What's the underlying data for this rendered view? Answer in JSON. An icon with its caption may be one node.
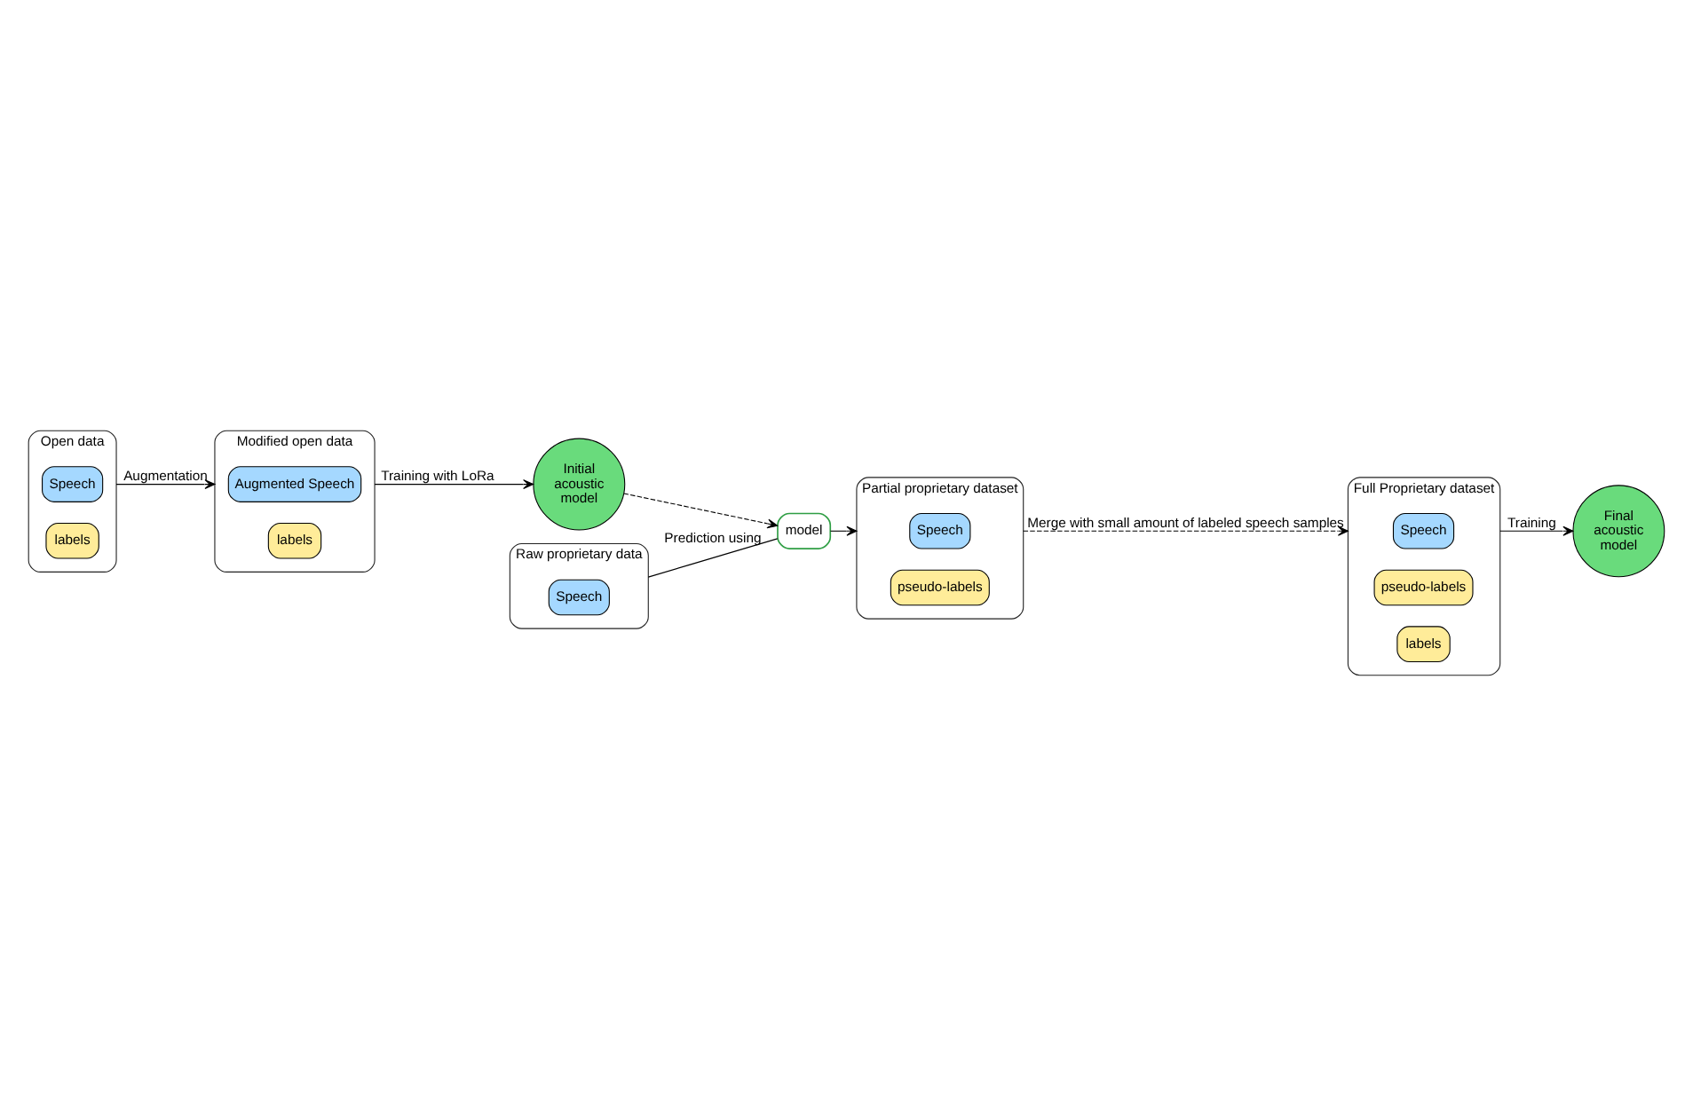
{
  "diagram": {
    "nodes": [
      {
        "text": [
          "Open data"
        ]
      },
      {
        "text": [
          "Speech"
        ],
        "in": 0
      },
      {
        "text": [
          "labels"
        ],
        "in": 0
      },
      {
        "text": [
          "Modified open data"
        ]
      },
      {
        "text": [
          "Augmented Speech"
        ],
        "in": 3
      },
      {
        "text": [
          "labels"
        ],
        "in": 3
      },
      {
        "text": [
          "Initial acoustic model"
        ]
      },
      {
        "text": [
          "Raw proprietary data"
        ]
      },
      {
        "text": [
          "Speech"
        ],
        "in": 7
      },
      {
        "text": [
          "model"
        ]
      },
      {
        "text": [
          "Partial proprietary dataset"
        ]
      },
      {
        "text": [
          "Speech"
        ],
        "in": 10
      },
      {
        "text": [
          "pseudo-labels"
        ],
        "in": 10
      },
      {
        "text": [
          "Full Proprietary dataset"
        ]
      },
      {
        "text": [
          "Speech"
        ],
        "in": 13
      },
      {
        "text": [
          "pseudo-labels"
        ],
        "in": 13
      },
      {
        "text": [
          "labels"
        ],
        "in": 13
      },
      {
        "text": [
          "Final acoustic model"
        ]
      }
    ],
    "edges": [
      {
        "from": 0,
        "to": 3,
        "arrow": "to",
        "label": "Augmentation"
      },
      {
        "from": 3,
        "to": 6,
        "arrow": "to",
        "label": "Training with LoRa"
      },
      {
        "from": 6,
        "to": 9,
        "arrow": "to",
        "style": "dashed"
      },
      {
        "from": 7,
        "to": 9,
        "arrow": "none",
        "label": "Prediction using"
      },
      {
        "from": 9,
        "to": 10,
        "arrow": "to"
      },
      {
        "from": 10,
        "to": 13,
        "arrow": "to",
        "style": "dashed",
        "label": "Merge with small amount of labeled speech samples"
      },
      {
        "from": 13,
        "to": 17,
        "arrow": "to",
        "label": "Training"
      }
    ]
  }
}
